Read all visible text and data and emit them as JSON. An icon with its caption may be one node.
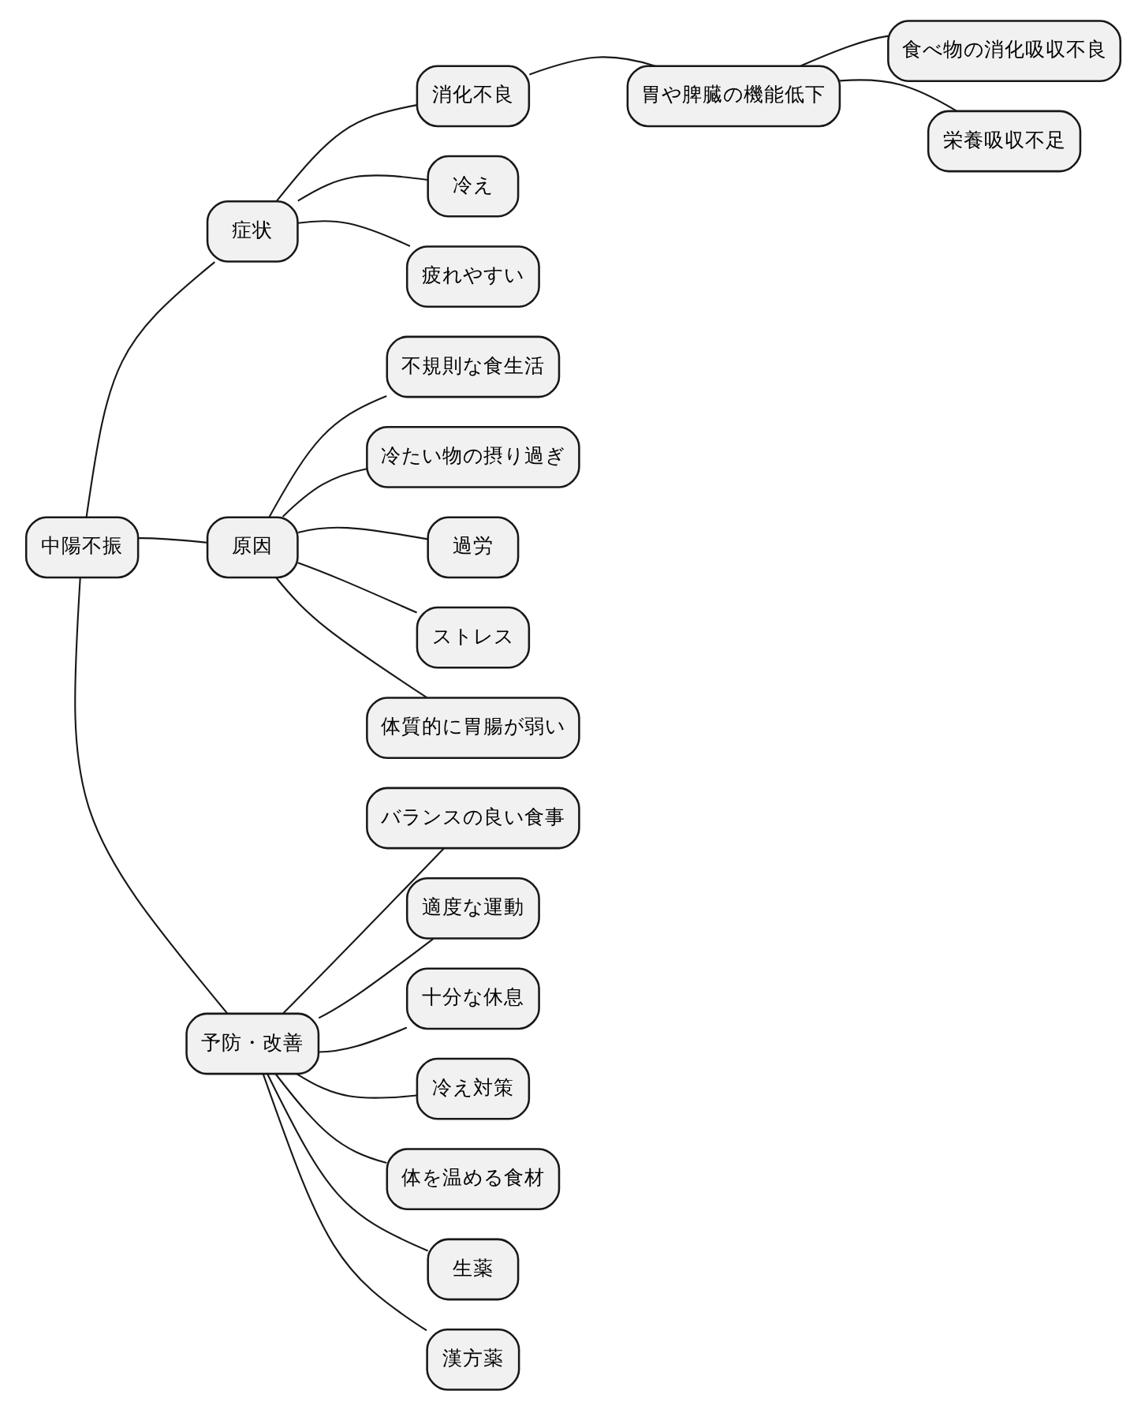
{
  "diagram": {
    "nodes": [
      {
        "text": [
          "中陽不振"
        ]
      },
      {
        "text": [
          "症状"
        ]
      },
      {
        "text": [
          "消化不良"
        ]
      },
      {
        "text": [
          "胃や脾臓の機能低下"
        ]
      },
      {
        "text": [
          "食べ物の消化吸収不良"
        ]
      },
      {
        "text": [
          "栄養吸収不足"
        ]
      },
      {
        "text": [
          "冷え"
        ]
      },
      {
        "text": [
          "疲れやすい"
        ]
      },
      {
        "text": [
          "原因"
        ]
      },
      {
        "text": [
          "不規則な食生活"
        ]
      },
      {
        "text": [
          "冷たい物の摂り過ぎ"
        ]
      },
      {
        "text": [
          "過労"
        ]
      },
      {
        "text": [
          "ストレス"
        ]
      },
      {
        "text": [
          "体質的に胃腸が弱い"
        ]
      },
      {
        "text": [
          "予防・改善"
        ]
      },
      {
        "text": [
          "バランスの良い食事"
        ]
      },
      {
        "text": [
          "適度な運動"
        ]
      },
      {
        "text": [
          "十分な休息"
        ]
      },
      {
        "text": [
          "冷え対策"
        ]
      },
      {
        "text": [
          "体を温める食材"
        ]
      },
      {
        "text": [
          "生薬"
        ]
      },
      {
        "text": [
          "漢方薬"
        ]
      }
    ],
    "edges": [
      {
        "from": 0,
        "to": 1,
        "arrow": "none"
      },
      {
        "from": 1,
        "to": 2,
        "arrow": "none"
      },
      {
        "from": 2,
        "to": 3,
        "arrow": "none"
      },
      {
        "from": 3,
        "to": 4,
        "arrow": "none"
      },
      {
        "from": 3,
        "to": 5,
        "arrow": "none"
      },
      {
        "from": 1,
        "to": 6,
        "arrow": "none"
      },
      {
        "from": 1,
        "to": 7,
        "arrow": "none"
      },
      {
        "from": 0,
        "to": 8,
        "arrow": "none"
      },
      {
        "from": 8,
        "to": 9,
        "arrow": "none"
      },
      {
        "from": 8,
        "to": 10,
        "arrow": "none"
      },
      {
        "from": 8,
        "to": 11,
        "arrow": "none"
      },
      {
        "from": 8,
        "to": 12,
        "arrow": "none"
      },
      {
        "from": 8,
        "to": 13,
        "arrow": "none"
      },
      {
        "from": 0,
        "to": 14,
        "arrow": "none"
      },
      {
        "from": 14,
        "to": 15,
        "arrow": "none"
      },
      {
        "from": 14,
        "to": 16,
        "arrow": "none"
      },
      {
        "from": 14,
        "to": 17,
        "arrow": "none"
      },
      {
        "from": 14,
        "to": 18,
        "arrow": "none"
      },
      {
        "from": 14,
        "to": 19,
        "arrow": "none"
      },
      {
        "from": 14,
        "to": 20,
        "arrow": "none"
      },
      {
        "from": 14,
        "to": 21,
        "arrow": "none"
      }
    ]
  }
}
